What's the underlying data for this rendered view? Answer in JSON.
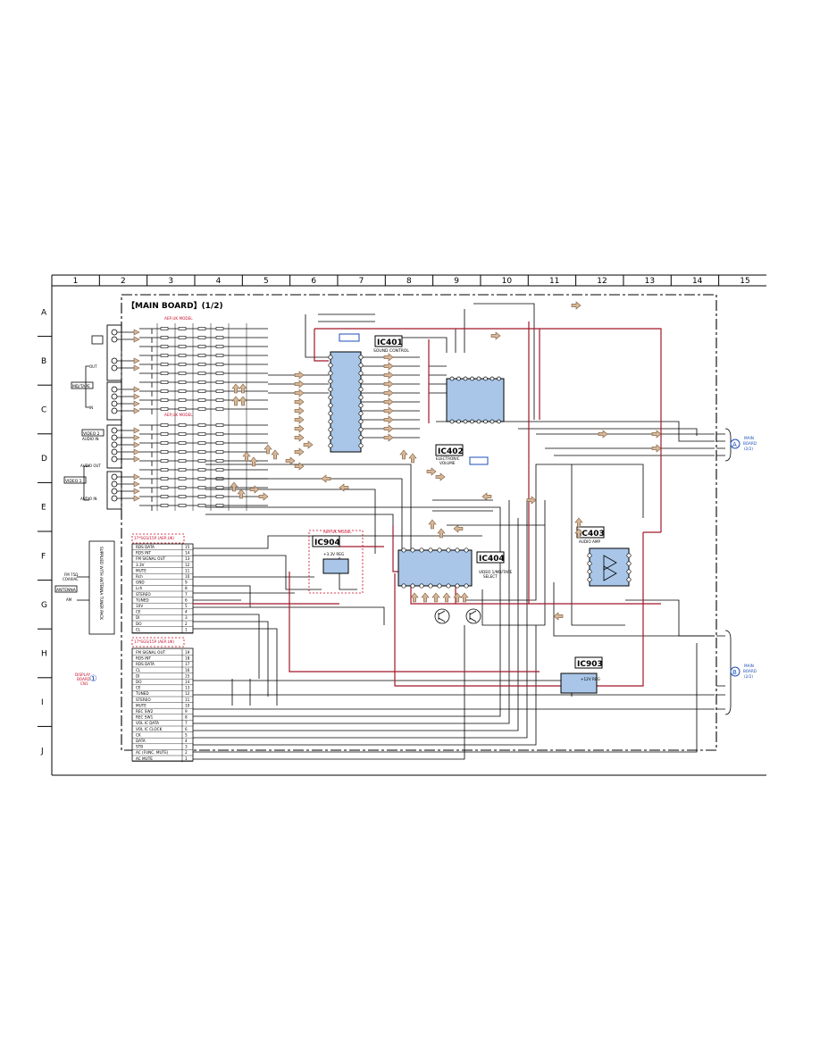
{
  "board_title": "【MAIN BOARD】(1/2)",
  "columns": [
    "1",
    "2",
    "3",
    "4",
    "5",
    "6",
    "7",
    "8",
    "9",
    "10",
    "11",
    "12",
    "13",
    "14",
    "15"
  ],
  "rows": [
    "A",
    "B",
    "C",
    "D",
    "E",
    "F",
    "G",
    "H",
    "I",
    "J"
  ],
  "ics": {
    "ic401": {
      "ref": "IC401",
      "desc": "SOUND CONTROL"
    },
    "ic402": {
      "ref": "IC402",
      "desc1": "ELECTRONIC",
      "desc2": "VOLUME"
    },
    "ic403": {
      "ref": "IC403",
      "desc": "AUDIO AMP"
    },
    "ic404": {
      "ref": "IC404",
      "desc1": "VIDEO 1/MD/TAPE",
      "desc2": "SELECT"
    },
    "ic903": {
      "ref": "IC903",
      "desc": "+12V REG"
    },
    "ic904": {
      "ref": "IC904",
      "desc": "+3.3V REG"
    }
  },
  "model_notes": {
    "aep_uk_model": "AEP,UK MODEL",
    "cn_top_label": "17*SGS/15P (AEP,UK)",
    "cn_mid_label": "17*SGS/15P (AEP,UK)"
  },
  "input_labels": {
    "md_tape": "MD/TAPE",
    "video2_audio_in": "AUDIO IN",
    "video2": "VIDEO 2",
    "video1": "VIDEO 1",
    "audio_out": "AUDIO OUT",
    "audio_in": "AUDIO IN",
    "out": "OUT",
    "in": "IN",
    "antenna": "ANTENNA",
    "fm": "FM 75Ω",
    "coaxial": "COAXIAL",
    "am": "AM",
    "tuner_pack": "SUPPLIED WITH ANTENNA TUNER PACK"
  },
  "connector_top_pins": [
    {
      "name": "RDS DATA",
      "num": "15"
    },
    {
      "name": "RDS INT",
      "num": "14"
    },
    {
      "name": "FM SIGNAL OUT",
      "num": "13"
    },
    {
      "name": "3.3V",
      "num": "12"
    },
    {
      "name": "MUTE",
      "num": "11"
    },
    {
      "name": "Rch",
      "num": "10"
    },
    {
      "name": "GND",
      "num": "9"
    },
    {
      "name": "Lch",
      "num": "8"
    },
    {
      "name": "STEREO",
      "num": "7"
    },
    {
      "name": "TUNED",
      "num": "6"
    },
    {
      "name": "10V",
      "num": "5"
    },
    {
      "name": "CE",
      "num": "4"
    },
    {
      "name": "DI",
      "num": "3"
    },
    {
      "name": "DO",
      "num": "2"
    },
    {
      "name": "CL",
      "num": "1"
    }
  ],
  "connector_bottom_pins": [
    {
      "name": "FM SIGNAL OUT",
      "num": "19"
    },
    {
      "name": "RDS INT",
      "num": "18"
    },
    {
      "name": "RDS DATA",
      "num": "17"
    },
    {
      "name": "CL",
      "num": "16"
    },
    {
      "name": "DI",
      "num": "15"
    },
    {
      "name": "DO",
      "num": "14"
    },
    {
      "name": "CE",
      "num": "13"
    },
    {
      "name": "TUNED",
      "num": "12"
    },
    {
      "name": "STEREO",
      "num": "11"
    },
    {
      "name": "MUTE",
      "num": "10"
    },
    {
      "name": "REC SW2",
      "num": "9"
    },
    {
      "name": "REC SW1",
      "num": "8"
    },
    {
      "name": "VOL IC DATA",
      "num": "7"
    },
    {
      "name": "VOL IC CLOCK",
      "num": "6"
    },
    {
      "name": "CK",
      "num": "5"
    },
    {
      "name": "DATA",
      "num": "4"
    },
    {
      "name": "STB",
      "num": "3"
    },
    {
      "name": "AC (FUNC. MUTE)",
      "num": "2"
    },
    {
      "name": "AC MUTE",
      "num": "1"
    }
  ],
  "display_board": {
    "label1": "DISPLAY",
    "label2": "BOARD",
    "label3": "CN1",
    "mark": "①"
  },
  "main_board_links": {
    "a": {
      "mark": "A",
      "label1": "MAIN",
      "label2": "BOARD",
      "label3": "(2/2)"
    },
    "b": {
      "mark": "B",
      "label1": "MAIN",
      "label2": "BOARD",
      "label3": "(2/2)"
    }
  }
}
